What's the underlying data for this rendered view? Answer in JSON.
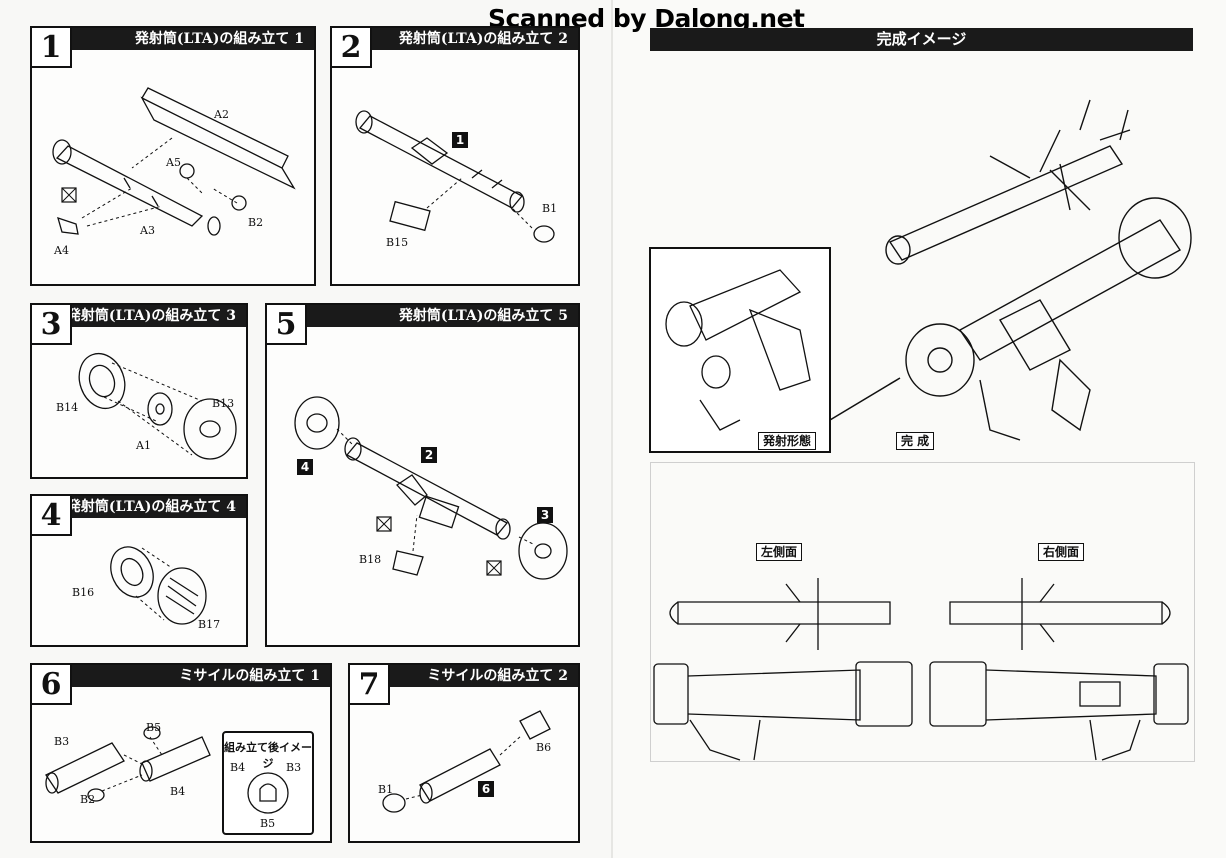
{
  "watermark": "Scanned by Dalong.net",
  "steps": [
    {
      "num": "1",
      "title": "発射筒(LTA)の組み立て 1",
      "parts": [
        "A2",
        "A5",
        "B2",
        "A3",
        "A4"
      ]
    },
    {
      "num": "2",
      "title": "発射筒(LTA)の組み立て 2",
      "parts": [
        "B1",
        "B15"
      ],
      "ref": "1"
    },
    {
      "num": "3",
      "title": "発射筒(LTA)の組み立て 3",
      "parts": [
        "B14",
        "B13",
        "A1"
      ]
    },
    {
      "num": "4",
      "title": "発射筒(LTA)の組み立て 4",
      "parts": [
        "B16",
        "B17"
      ]
    },
    {
      "num": "5",
      "title": "発射筒(LTA)の組み立て 5",
      "parts": [
        "B18"
      ],
      "refs": [
        "4",
        "2",
        "3"
      ]
    },
    {
      "num": "6",
      "title": "ミサイルの組み立て 1",
      "parts": [
        "B3",
        "B5",
        "B2",
        "B4"
      ],
      "inset": {
        "title": "組み立て後イメージ",
        "parts": [
          "B4",
          "B3",
          "B5"
        ]
      }
    },
    {
      "num": "7",
      "title": "ミサイルの組み立て 2",
      "parts": [
        "B6",
        "B1"
      ],
      "ref": "6"
    }
  ],
  "right": {
    "header": "完成イメージ",
    "fire_label": "発射形態",
    "complete_label": "完 成",
    "left_view": "左側面",
    "right_view": "右側面"
  },
  "colors": {
    "ink": "#111111",
    "paper": "#fafaf8",
    "header": "#1a1a1a"
  }
}
